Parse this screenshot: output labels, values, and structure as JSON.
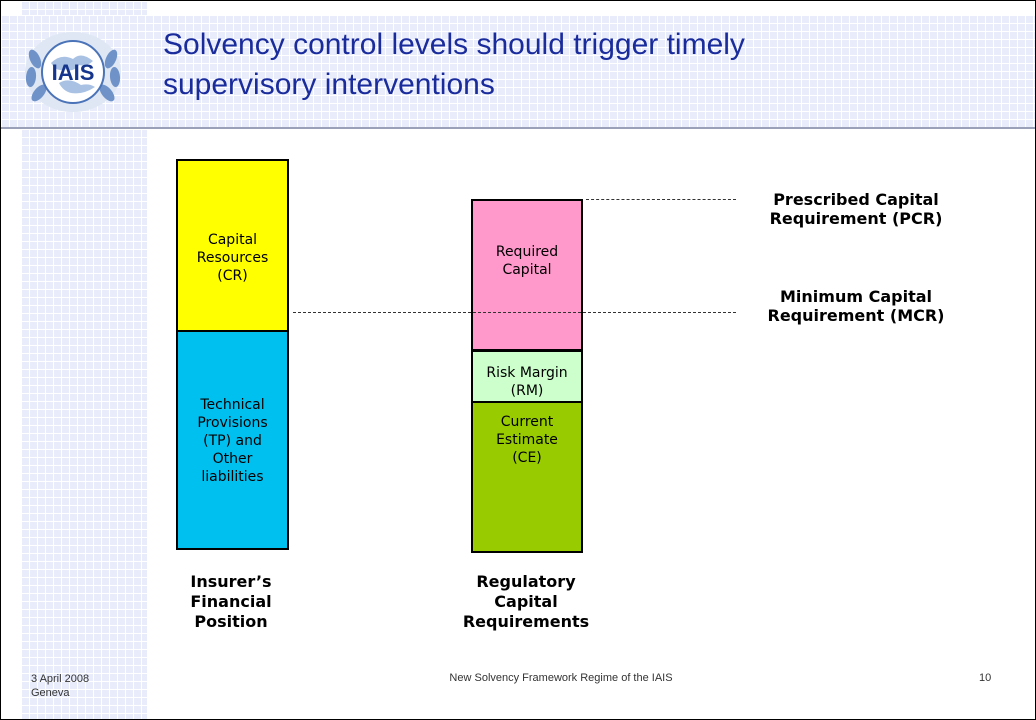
{
  "slide": {
    "title_lines": [
      "Solvency control levels should trigger timely",
      "supervisory interventions"
    ],
    "logo_text": "IAIS"
  },
  "insurer": {
    "capital_resources": [
      "Capital",
      "Resources",
      "(CR)"
    ],
    "technical_provisions": [
      "Technical",
      "Provisions",
      "(TP) and",
      "Other",
      "liabilities"
    ],
    "caption": [
      "Insurer’s",
      "Financial",
      "Position"
    ]
  },
  "regulatory": {
    "required_capital": [
      "Required",
      "Capital"
    ],
    "risk_margin": [
      "Risk Margin",
      "(RM)"
    ],
    "current_estimate": [
      "Current",
      "Estimate",
      "(CE)"
    ],
    "caption": [
      "Regulatory",
      "Capital",
      "Requirements"
    ]
  },
  "levels": {
    "pcr": [
      "Prescribed Capital",
      "Requirement (PCR)"
    ],
    "mcr": [
      "Minimum Capital",
      "Requirement (MCR)"
    ]
  },
  "footer": {
    "date": "3 April 2008",
    "place": "Geneva",
    "center": "New Solvency Framework Regime of the IAIS",
    "page": "10"
  },
  "colors": {
    "title": "#1a2c9c",
    "capital_resources": "#ffff00",
    "technical_provisions": "#00c0f0",
    "required_capital": "#ff99cc",
    "risk_margin": "#ccffcc",
    "current_estimate": "#99cc00"
  }
}
